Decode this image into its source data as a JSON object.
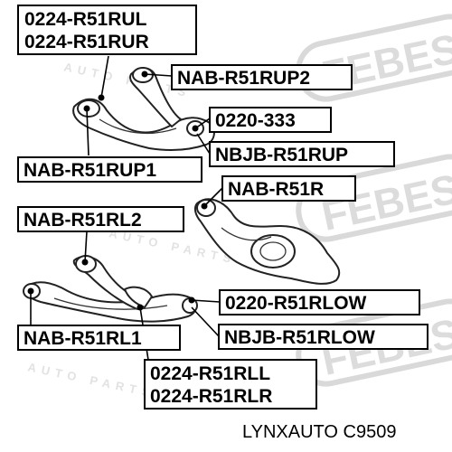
{
  "watermark": {
    "logo_text": "FEBEST",
    "tagline": "AUTO PARTS"
  },
  "labels": {
    "upper_bolt_l": "0224-R51RUL",
    "upper_bolt_r": "0224-R51RUR",
    "upper_bush_2": "NAB-R51RUP2",
    "ball_joint_upper_nut": "0220-333",
    "ball_joint_upper": "NBJB-R51RUP",
    "upper_bush_1": "NAB-R51RUP1",
    "rear_arm_bush": "NAB-R51R",
    "lower_bush_2": "NAB-R51RL2",
    "lower_nut": "0220-R51RLOW",
    "lower_bush_1": "NAB-R51RL1",
    "ball_joint_lower": "NBJB-R51RLOW",
    "lower_bolt_l": "0224-R51RLL",
    "lower_bolt_r": "0224-R51RLR"
  },
  "footer": {
    "brand_code": "LYNXAUTO C9509"
  }
}
